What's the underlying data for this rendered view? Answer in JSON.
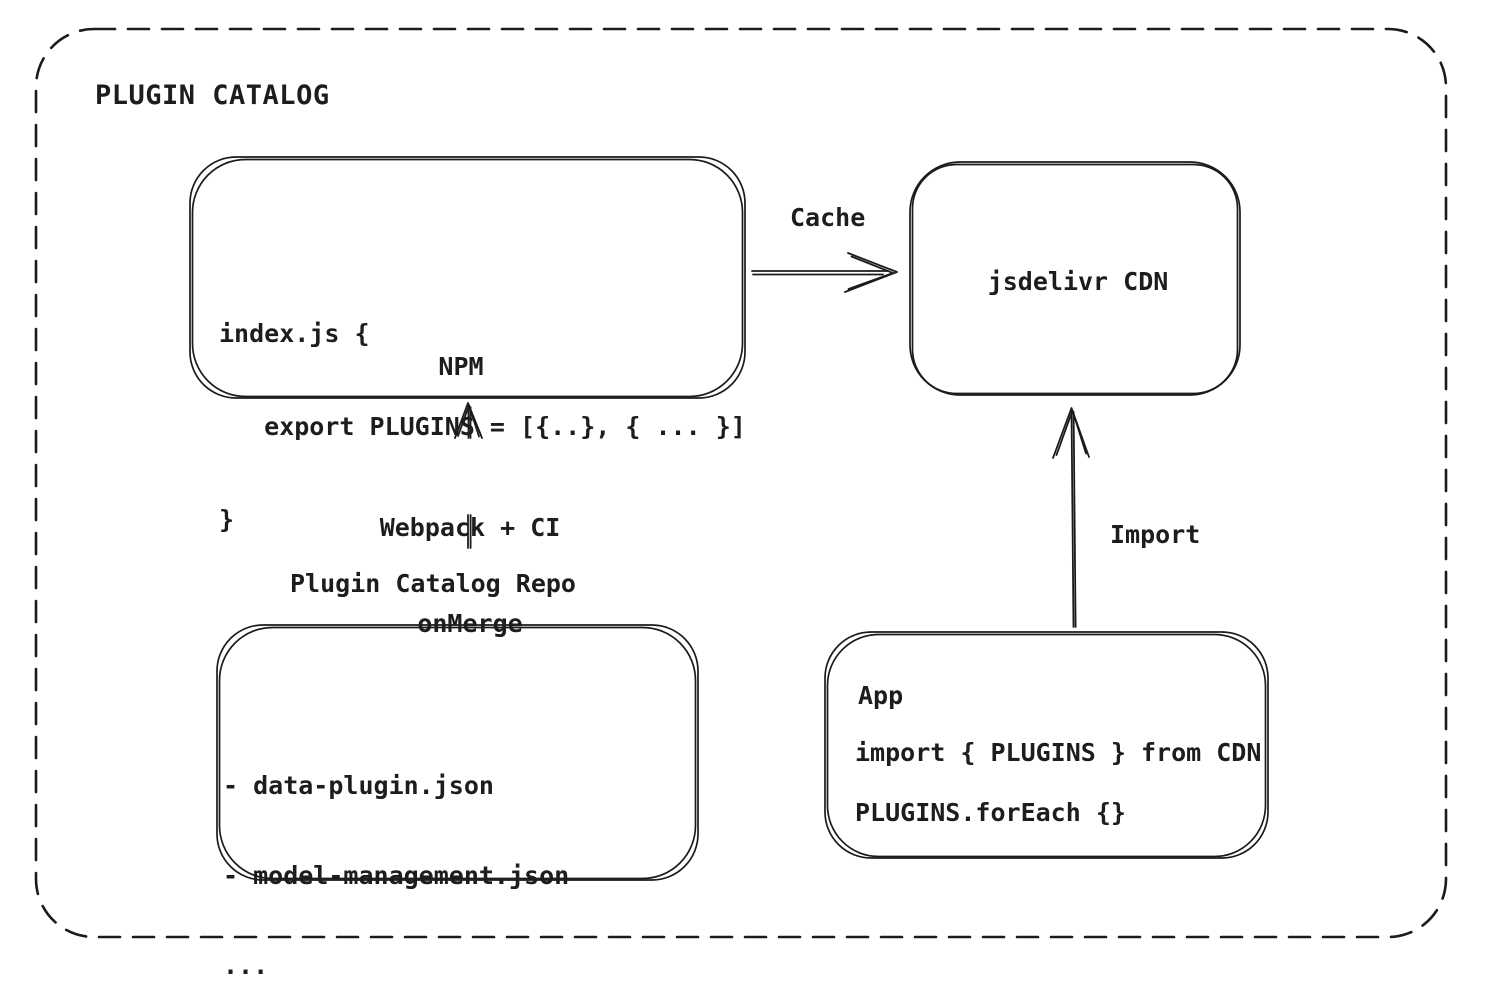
{
  "title": "PLUGIN CATALOG",
  "nodes": {
    "npm": {
      "title": "NPM",
      "code": [
        "index.js {",
        "   export PLUGINS = [{..}, { ... }]",
        "}"
      ]
    },
    "cdn": {
      "title": "jsdelivr CDN"
    },
    "repo": {
      "label": "Plugin Catalog Repo",
      "files": [
        "- data-plugin.json",
        "- model-management.json",
        "..."
      ]
    },
    "app": {
      "title": "App",
      "code": [
        "import { PLUGINS } from CDN",
        "PLUGINS.forEach {}"
      ]
    }
  },
  "edges": {
    "cache": {
      "label": "Cache"
    },
    "webpack": {
      "label_line1": "Webpack + CI",
      "label_line2": "onMerge"
    },
    "import": {
      "label": "Import"
    }
  },
  "colors": {
    "stroke": "#1b1b1b",
    "text": "#1d1d1d",
    "background": "#ffffff"
  }
}
